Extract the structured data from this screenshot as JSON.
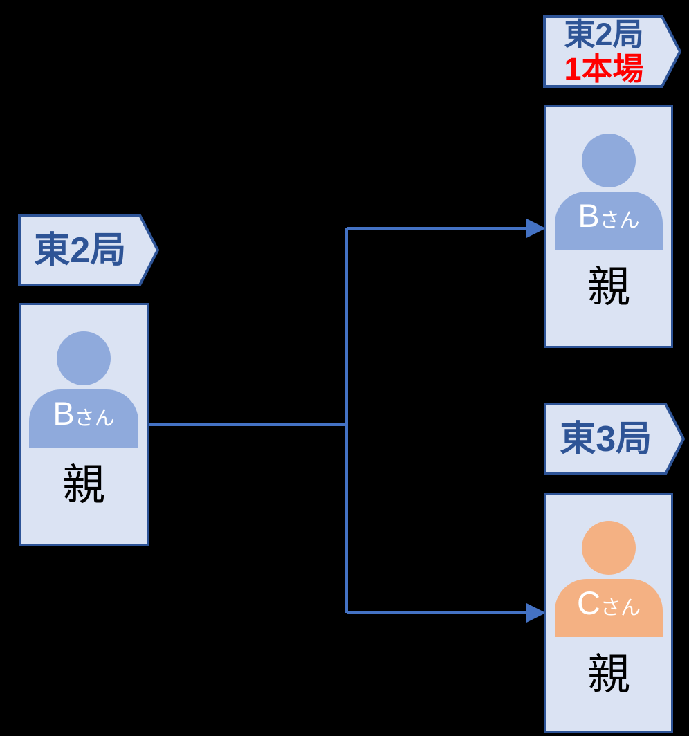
{
  "diagram": {
    "title": "mahjong-dealer-continuation-branch",
    "colors": {
      "background": "#000000",
      "panel_fill": "#dbe3f3",
      "panel_border": "#2e5497",
      "connector": "#4472c4",
      "tag_text_blue": "#2e5496",
      "tag_text_red": "#ff0000",
      "person_blue": "#8faadc",
      "person_orange": "#f4b183",
      "name_text": "#ffffff",
      "role_text": "#000000"
    },
    "source": {
      "round_tag": "東2局",
      "player_name": "B",
      "player_suffix": "さん",
      "role": "親",
      "person_color": "#8faadc"
    },
    "outcome_top": {
      "round_tag": "東2局",
      "honba_tag": "1本場",
      "player_name": "B",
      "player_suffix": "さん",
      "role": "親",
      "person_color": "#8faadc"
    },
    "outcome_bottom": {
      "round_tag": "東3局",
      "player_name": "C",
      "player_suffix": "さん",
      "role": "親",
      "person_color": "#f4b183"
    }
  }
}
